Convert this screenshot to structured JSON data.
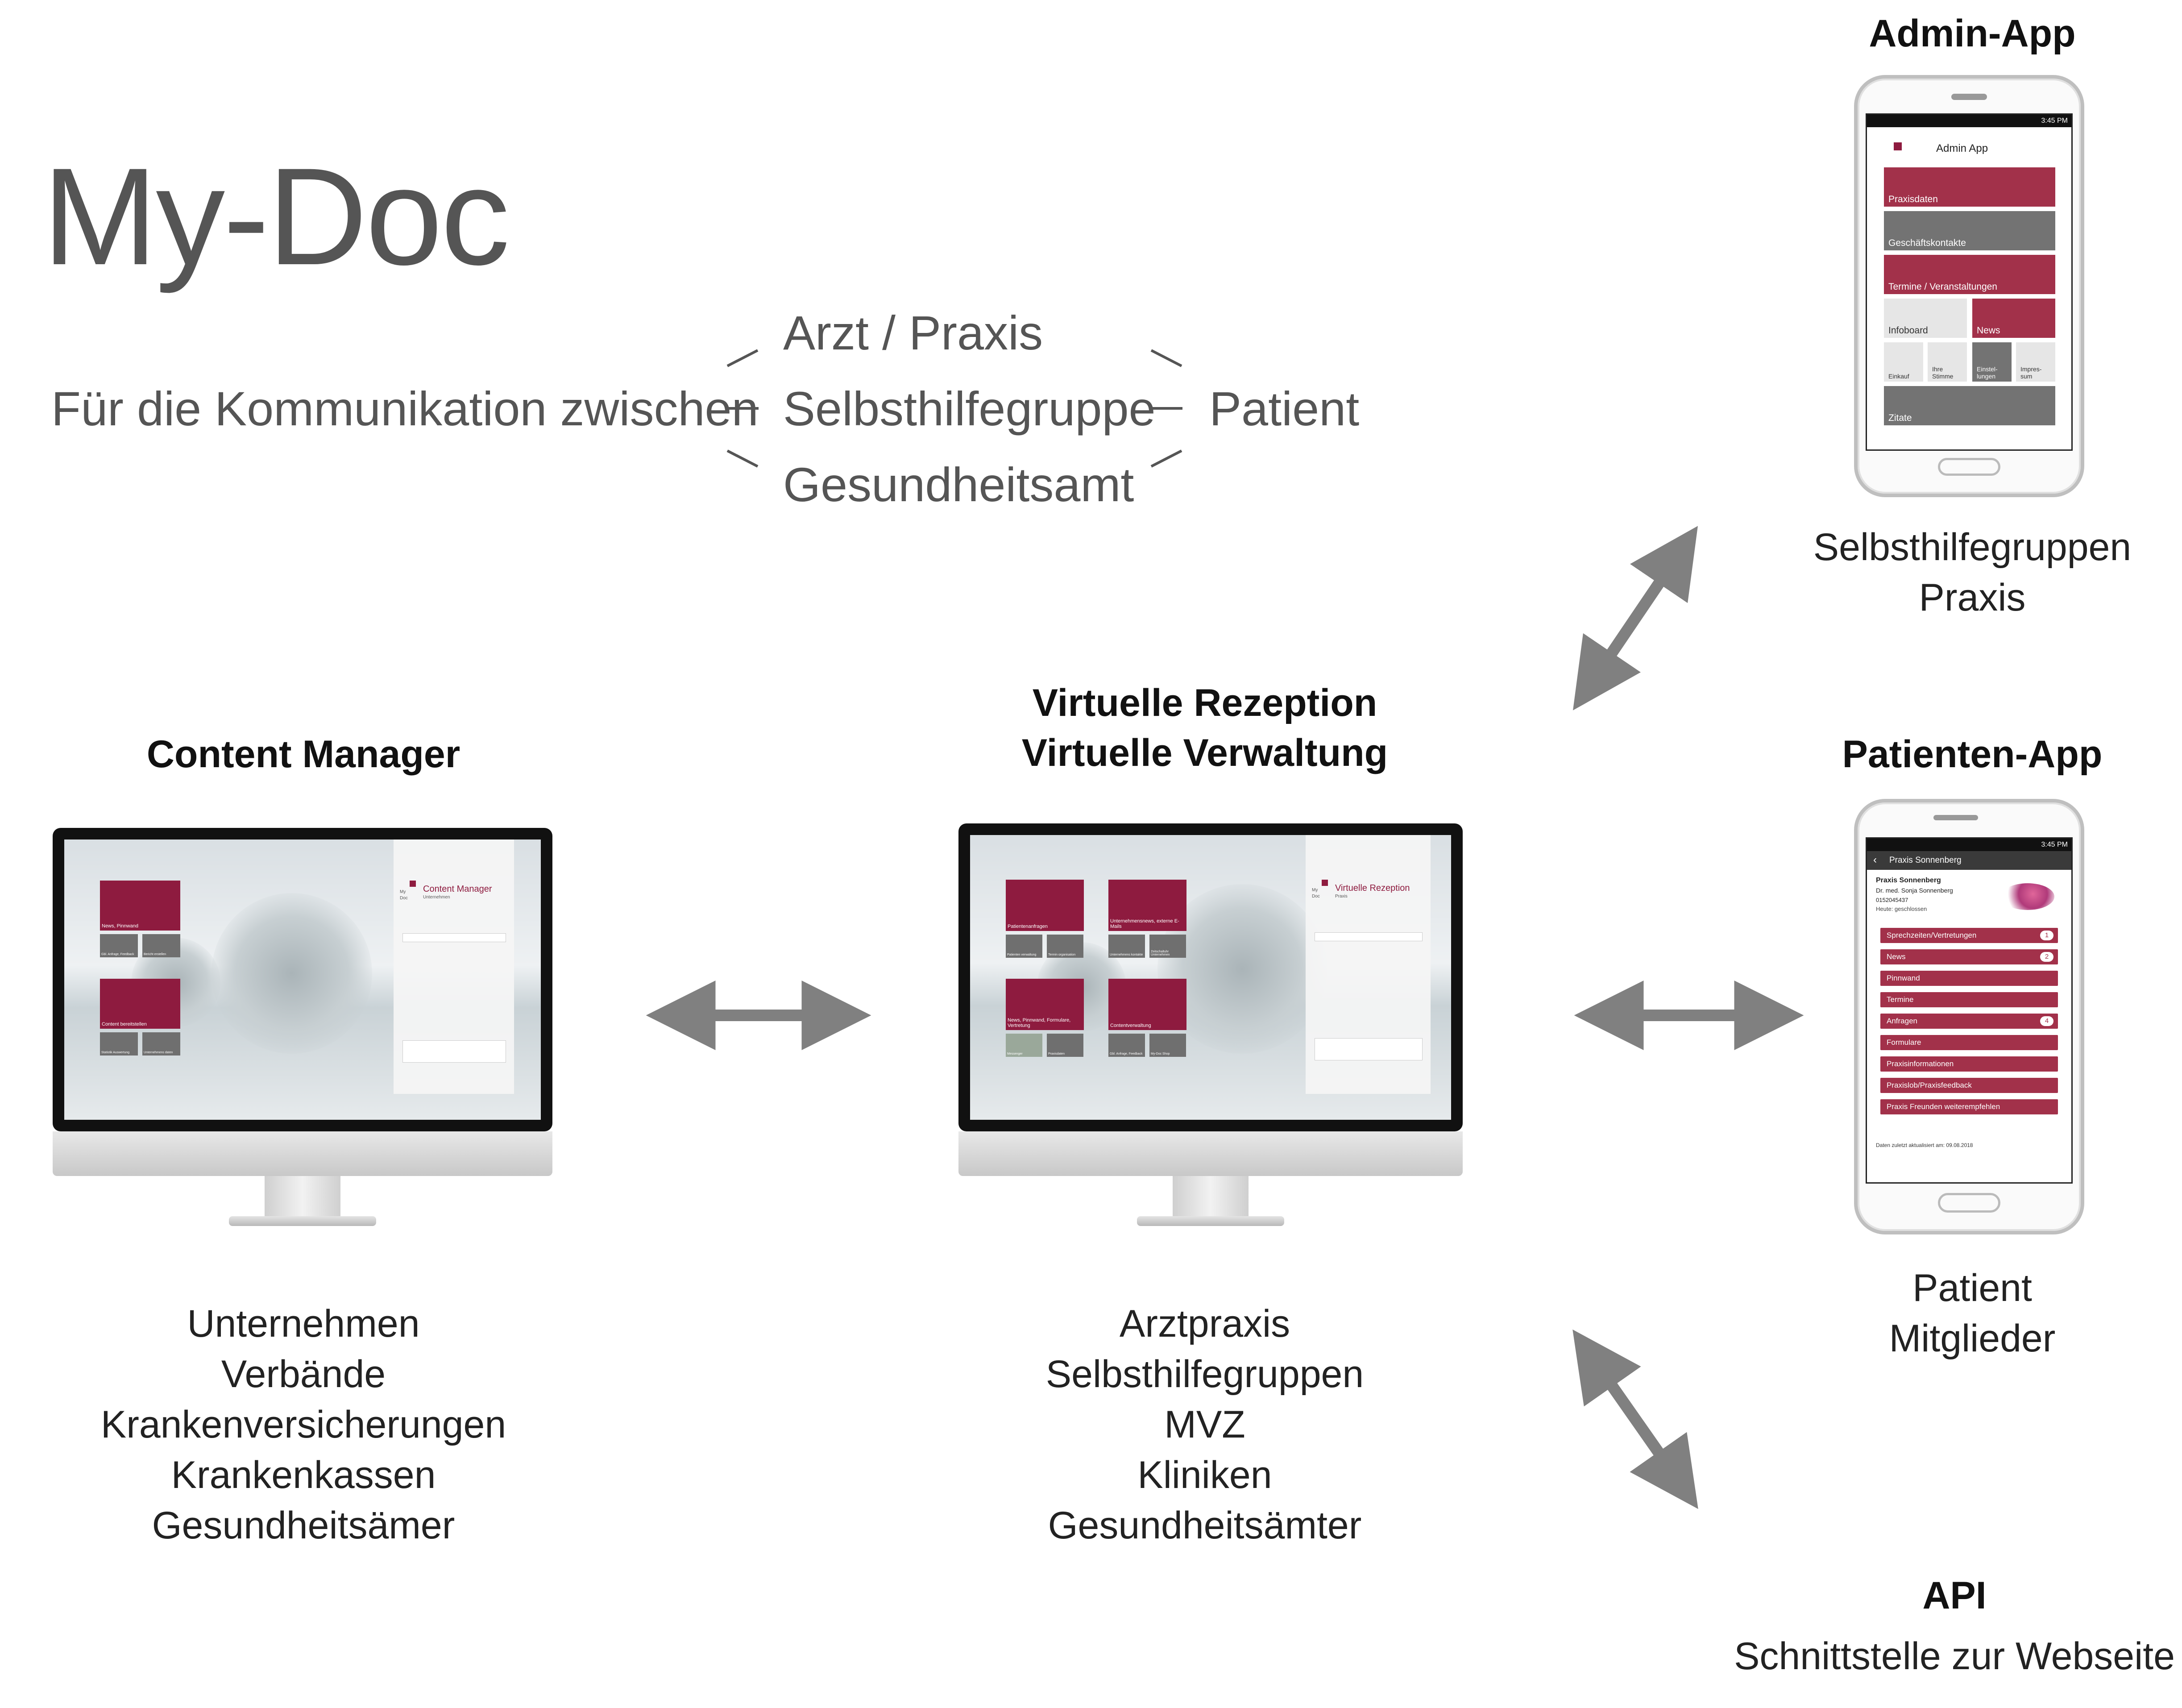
{
  "title": "My-Doc",
  "communication": {
    "prefix": "Für die Kommunikation zwischen",
    "middle": [
      "Arzt / Praxis",
      "Selbsthilfegruppe",
      "Gesundheitsamt"
    ],
    "target": "Patient"
  },
  "content_manager": {
    "heading": "Content Manager",
    "screen": {
      "title": "Content Manager",
      "subtitle": "Unternehmen",
      "logo_top": "My",
      "logo_bottom": "Doc",
      "tiles": [
        "News, Pinnwand",
        "Content bereitstellen"
      ],
      "small_tiles": [
        "Gbl. Anfrage, Feedback",
        "Bericht erstellen",
        "Statistik Auswertung",
        "Unternehmens daten"
      ]
    },
    "users": [
      "Unternehmen",
      "Verbände",
      "Krankenversicherungen",
      "Krankenkassen",
      "Gesundheitsämer"
    ]
  },
  "virtual_reception": {
    "heading_line1": "Virtuelle Rezeption",
    "heading_line2": "Virtuelle Verwaltung",
    "screen": {
      "title": "Virtuelle Rezeption",
      "subtitle": "Praxis",
      "logo_top": "My",
      "logo_bottom": "Doc",
      "tiles": [
        "Patientenanfragen",
        "Unternehmensnews, externe E-Mails",
        "News, Pinnwand, Formulare, Vertretung",
        "Contentverwaltung"
      ],
      "small_tiles": [
        "Patienten verwaltung",
        "Termin organisation",
        "Unternehmens kontakte",
        "Zeitschaltuhr Unternehmen",
        "Messenger",
        "Praxisdaten",
        "Gbl. Anfrage, Feedback",
        "My-Doc Shop"
      ]
    },
    "users": [
      "Arztpraxis",
      "Selbsthilfegruppen",
      "MVZ",
      "Kliniken",
      "Gesundheitsämter"
    ]
  },
  "admin_app": {
    "heading": "Admin-App",
    "status_time": "3:45 PM",
    "app_title": "Admin App",
    "rows": [
      "Praxisdaten",
      "Geschäftskontakte",
      "Termine / Veranstaltungen"
    ],
    "half_rows": [
      "Infoboard",
      "News"
    ],
    "quarter_rows": [
      "Einkauf",
      "Ihre Stimme",
      "Einstel- lungen",
      "Impres- sum"
    ],
    "bottom_row": "Zitate",
    "users": [
      "Selbsthilfegruppen",
      "Praxis"
    ]
  },
  "patient_app": {
    "heading": "Patienten-App",
    "status_time": "3:45 PM",
    "nav_title": "Praxis Sonnenberg",
    "practice_name": "Praxis Sonnenberg",
    "doctor": "Dr. med. Sonja Sonnenberg",
    "phone": "0152045437",
    "status_note": "Heute: geschlossen",
    "menu": [
      {
        "label": "Sprechzeiten/Vertretungen",
        "badge": "1"
      },
      {
        "label": "News",
        "badge": "2"
      },
      {
        "label": "Pinnwand",
        "badge": ""
      },
      {
        "label": "Termine",
        "badge": ""
      },
      {
        "label": "Anfragen",
        "badge": "4"
      },
      {
        "label": "Formulare",
        "badge": ""
      },
      {
        "label": "Praxisinformationen",
        "badge": ""
      },
      {
        "label": "Praxislob/Praxisfeedback",
        "badge": ""
      },
      {
        "label": "Praxis Freunden weiterempfehlen",
        "badge": ""
      }
    ],
    "footer_note": "Daten zuletzt aktualisiert am: 09.08.2018",
    "users": [
      "Patient",
      "Mitglieder"
    ]
  },
  "api": {
    "heading": "API",
    "description": "Schnittstelle zur Webseite"
  },
  "colors": {
    "brand": "#8e1b3f",
    "arrow": "#808080",
    "title_text": "#555555"
  }
}
